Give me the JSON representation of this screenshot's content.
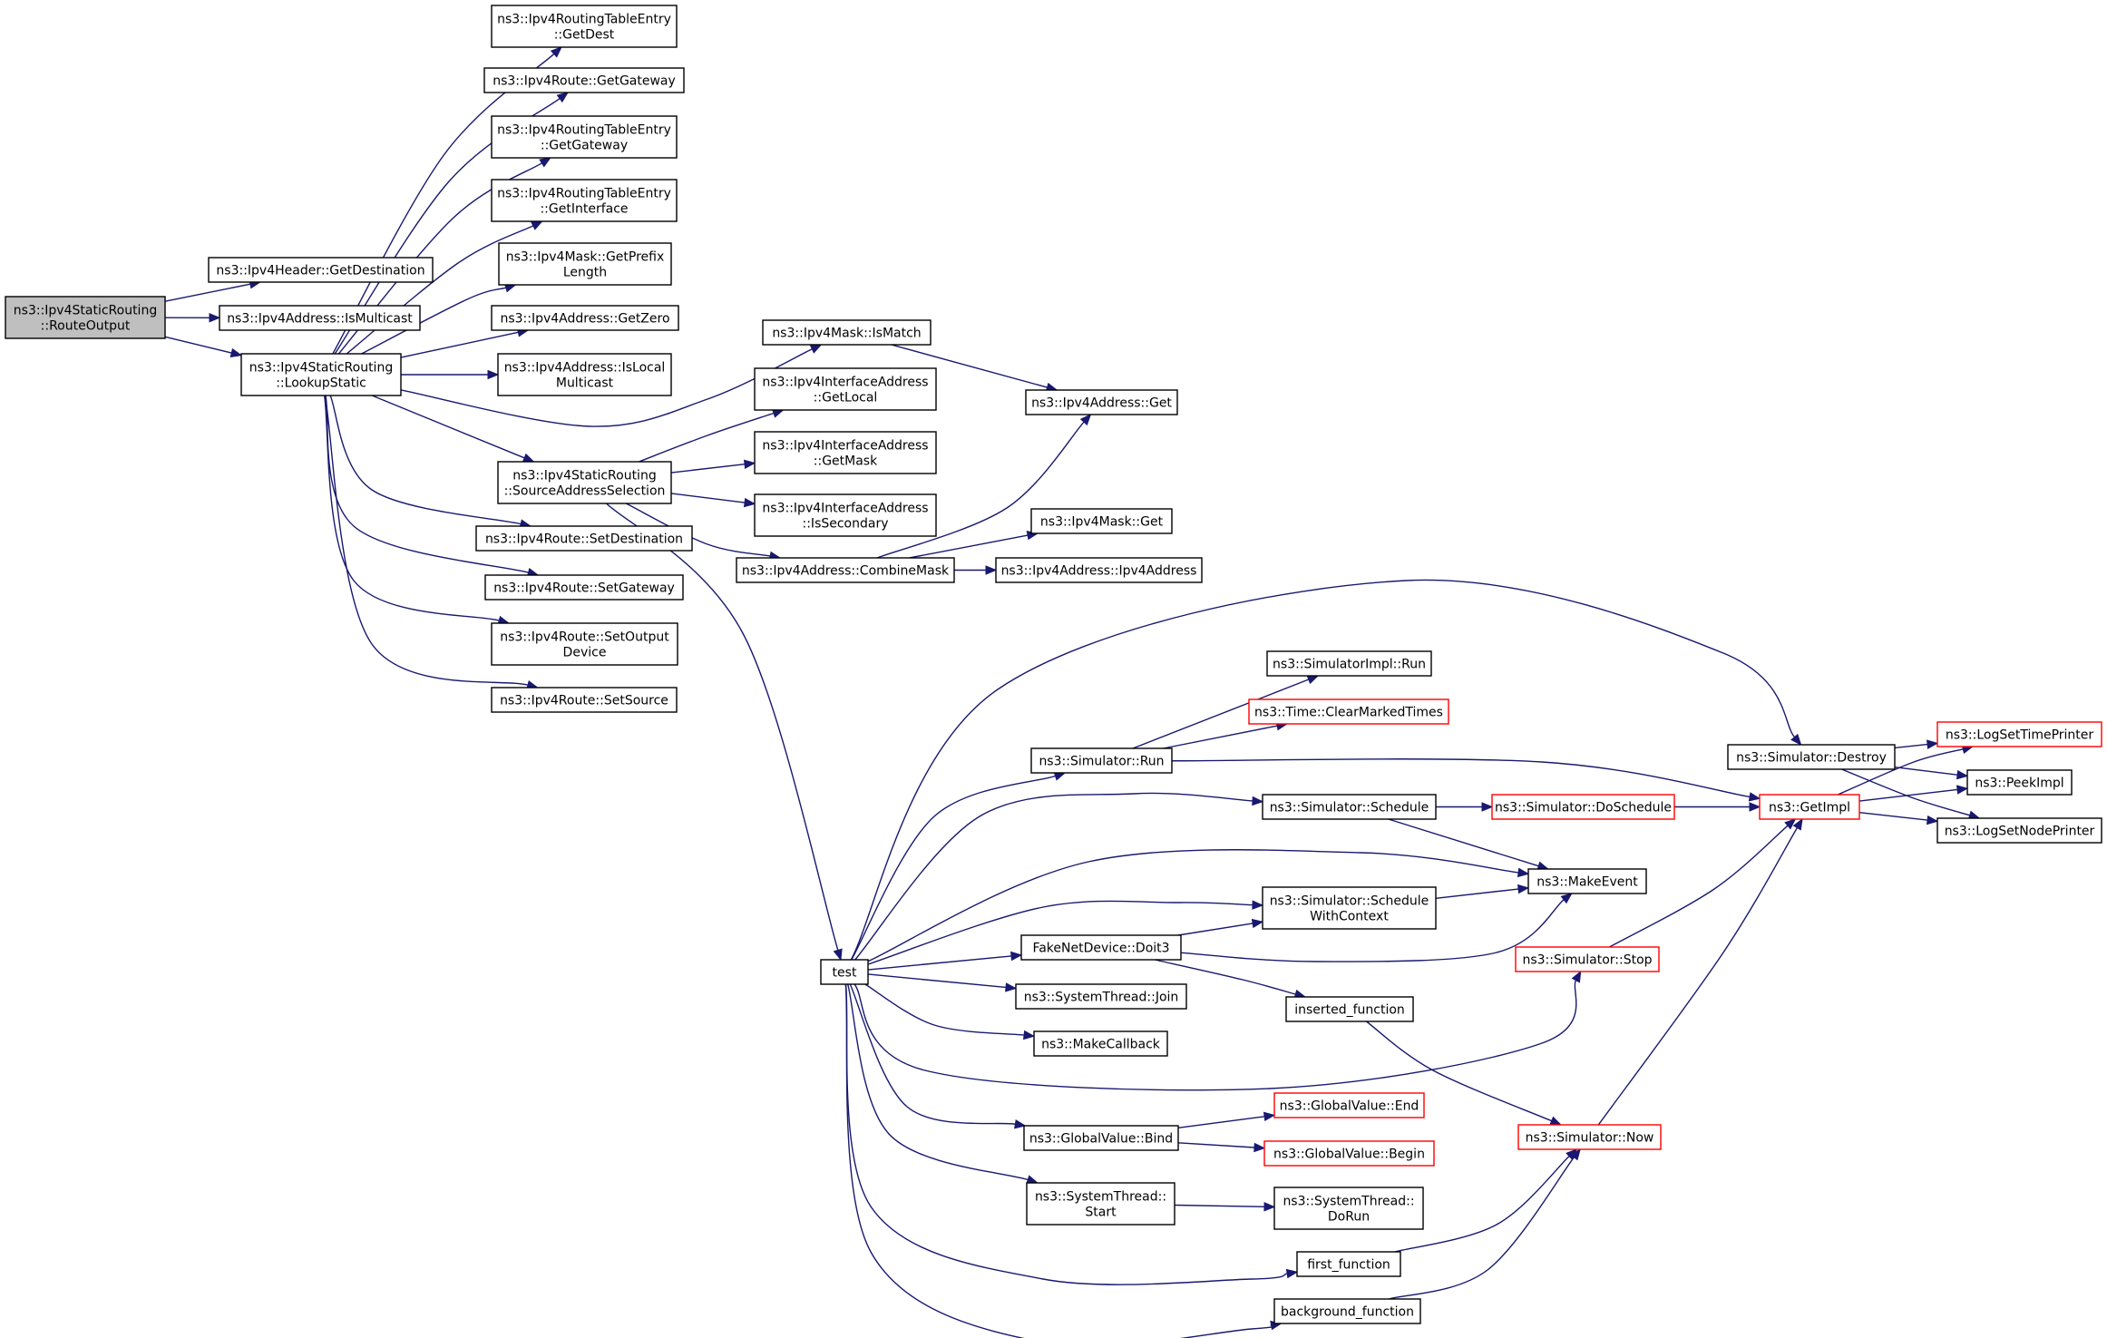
{
  "nodes": [
    {
      "id": "route_output",
      "lines": [
        "ns3::Ipv4StaticRouting",
        "::RouteOutput"
      ],
      "style": "root"
    },
    {
      "id": "get_destination",
      "lines": [
        "ns3::Ipv4Header::GetDestination"
      ],
      "style": "normal"
    },
    {
      "id": "is_multicast",
      "lines": [
        "ns3::Ipv4Address::IsMulticast"
      ],
      "style": "normal"
    },
    {
      "id": "lookup_static",
      "lines": [
        "ns3::Ipv4StaticRouting",
        "::LookupStatic"
      ],
      "style": "normal"
    },
    {
      "id": "rte_get_dest",
      "lines": [
        "ns3::Ipv4RoutingTableEntry",
        "::GetDest"
      ],
      "style": "normal"
    },
    {
      "id": "route_get_gateway",
      "lines": [
        "ns3::Ipv4Route::GetGateway"
      ],
      "style": "normal"
    },
    {
      "id": "rte_get_gateway",
      "lines": [
        "ns3::Ipv4RoutingTableEntry",
        "::GetGateway"
      ],
      "style": "normal"
    },
    {
      "id": "rte_get_interface",
      "lines": [
        "ns3::Ipv4RoutingTableEntry",
        "::GetInterface"
      ],
      "style": "normal"
    },
    {
      "id": "mask_get_prefix_length",
      "lines": [
        "ns3::Ipv4Mask::GetPrefix",
        "Length"
      ],
      "style": "normal"
    },
    {
      "id": "addr_get_zero",
      "lines": [
        "ns3::Ipv4Address::GetZero"
      ],
      "style": "normal"
    },
    {
      "id": "addr_is_local_multicast",
      "lines": [
        "ns3::Ipv4Address::IsLocal",
        "Multicast"
      ],
      "style": "normal"
    },
    {
      "id": "source_address_selection",
      "lines": [
        "ns3::Ipv4StaticRouting",
        "::SourceAddressSelection"
      ],
      "style": "normal"
    },
    {
      "id": "route_set_destination",
      "lines": [
        "ns3::Ipv4Route::SetDestination"
      ],
      "style": "normal"
    },
    {
      "id": "route_set_gateway",
      "lines": [
        "ns3::Ipv4Route::SetGateway"
      ],
      "style": "normal"
    },
    {
      "id": "route_set_output_device",
      "lines": [
        "ns3::Ipv4Route::SetOutput",
        "Device"
      ],
      "style": "normal"
    },
    {
      "id": "route_set_source",
      "lines": [
        "ns3::Ipv4Route::SetSource"
      ],
      "style": "normal"
    },
    {
      "id": "mask_is_match",
      "lines": [
        "ns3::Ipv4Mask::IsMatch"
      ],
      "style": "normal"
    },
    {
      "id": "ifaddr_get_local",
      "lines": [
        "ns3::Ipv4InterfaceAddress",
        "::GetLocal"
      ],
      "style": "normal"
    },
    {
      "id": "ifaddr_get_mask",
      "lines": [
        "ns3::Ipv4InterfaceAddress",
        "::GetMask"
      ],
      "style": "normal"
    },
    {
      "id": "ifaddr_is_secondary",
      "lines": [
        "ns3::Ipv4InterfaceAddress",
        "::IsSecondary"
      ],
      "style": "normal"
    },
    {
      "id": "addr_combine_mask",
      "lines": [
        "ns3::Ipv4Address::CombineMask"
      ],
      "style": "normal"
    },
    {
      "id": "addr_get",
      "lines": [
        "ns3::Ipv4Address::Get"
      ],
      "style": "normal"
    },
    {
      "id": "mask_get",
      "lines": [
        "ns3::Ipv4Mask::Get"
      ],
      "style": "normal"
    },
    {
      "id": "addr_ctor",
      "lines": [
        "ns3::Ipv4Address::Ipv4Address"
      ],
      "style": "normal"
    },
    {
      "id": "test",
      "lines": [
        "test"
      ],
      "style": "normal"
    },
    {
      "id": "simimpl_run",
      "lines": [
        "ns3::SimulatorImpl::Run"
      ],
      "style": "normal"
    },
    {
      "id": "time_clear_marked",
      "lines": [
        "ns3::Time::ClearMarkedTimes"
      ],
      "style": "red"
    },
    {
      "id": "sim_run",
      "lines": [
        "ns3::Simulator::Run"
      ],
      "style": "normal"
    },
    {
      "id": "sim_schedule",
      "lines": [
        "ns3::Simulator::Schedule"
      ],
      "style": "normal"
    },
    {
      "id": "sim_do_schedule",
      "lines": [
        "ns3::Simulator::DoSchedule"
      ],
      "style": "red"
    },
    {
      "id": "sim_destroy",
      "lines": [
        "ns3::Simulator::Destroy"
      ],
      "style": "normal"
    },
    {
      "id": "get_impl",
      "lines": [
        "ns3::GetImpl"
      ],
      "style": "red"
    },
    {
      "id": "log_set_time_printer",
      "lines": [
        "ns3::LogSetTimePrinter"
      ],
      "style": "red"
    },
    {
      "id": "peek_impl",
      "lines": [
        "ns3::PeekImpl"
      ],
      "style": "normal"
    },
    {
      "id": "log_set_node_printer",
      "lines": [
        "ns3::LogSetNodePrinter"
      ],
      "style": "normal"
    },
    {
      "id": "make_event",
      "lines": [
        "ns3::MakeEvent"
      ],
      "style": "normal"
    },
    {
      "id": "sim_schedule_with_context",
      "lines": [
        "ns3::Simulator::Schedule",
        "WithContext"
      ],
      "style": "normal"
    },
    {
      "id": "fake_doit3",
      "lines": [
        "FakeNetDevice::Doit3"
      ],
      "style": "normal"
    },
    {
      "id": "sim_stop",
      "lines": [
        "ns3::Simulator::Stop"
      ],
      "style": "red"
    },
    {
      "id": "systhread_join",
      "lines": [
        "ns3::SystemThread::Join"
      ],
      "style": "normal"
    },
    {
      "id": "inserted_function",
      "lines": [
        "inserted_function"
      ],
      "style": "normal"
    },
    {
      "id": "make_callback",
      "lines": [
        "ns3::MakeCallback"
      ],
      "style": "normal"
    },
    {
      "id": "gv_end",
      "lines": [
        "ns3::GlobalValue::End"
      ],
      "style": "red"
    },
    {
      "id": "gv_bind",
      "lines": [
        "ns3::GlobalValue::Bind"
      ],
      "style": "normal"
    },
    {
      "id": "gv_begin",
      "lines": [
        "ns3::GlobalValue::Begin"
      ],
      "style": "red"
    },
    {
      "id": "sim_now",
      "lines": [
        "ns3::Simulator::Now"
      ],
      "style": "red"
    },
    {
      "id": "systhread_start",
      "lines": [
        "ns3::SystemThread::",
        "Start"
      ],
      "style": "normal"
    },
    {
      "id": "systhread_dorun",
      "lines": [
        "ns3::SystemThread::",
        "DoRun"
      ],
      "style": "normal"
    },
    {
      "id": "first_function",
      "lines": [
        "first_function"
      ],
      "style": "normal"
    },
    {
      "id": "background_function",
      "lines": [
        "background_function"
      ],
      "style": "normal"
    }
  ],
  "edges": [
    [
      "route_output",
      "get_destination"
    ],
    [
      "route_output",
      "is_multicast"
    ],
    [
      "route_output",
      "lookup_static"
    ],
    [
      "lookup_static",
      "rte_get_dest"
    ],
    [
      "lookup_static",
      "route_get_gateway"
    ],
    [
      "lookup_static",
      "rte_get_gateway"
    ],
    [
      "lookup_static",
      "rte_get_interface"
    ],
    [
      "lookup_static",
      "mask_get_prefix_length"
    ],
    [
      "lookup_static",
      "addr_get_zero"
    ],
    [
      "lookup_static",
      "addr_is_local_multicast"
    ],
    [
      "lookup_static",
      "mask_is_match"
    ],
    [
      "lookup_static",
      "source_address_selection"
    ],
    [
      "lookup_static",
      "route_set_destination"
    ],
    [
      "lookup_static",
      "route_set_gateway"
    ],
    [
      "lookup_static",
      "route_set_output_device"
    ],
    [
      "lookup_static",
      "route_set_source"
    ],
    [
      "source_address_selection",
      "ifaddr_get_local"
    ],
    [
      "source_address_selection",
      "ifaddr_get_mask"
    ],
    [
      "source_address_selection",
      "ifaddr_is_secondary"
    ],
    [
      "source_address_selection",
      "addr_combine_mask"
    ],
    [
      "source_address_selection",
      "test"
    ],
    [
      "mask_is_match",
      "addr_get"
    ],
    [
      "addr_combine_mask",
      "addr_get"
    ],
    [
      "addr_combine_mask",
      "mask_get"
    ],
    [
      "addr_combine_mask",
      "addr_ctor"
    ],
    [
      "test",
      "sim_destroy"
    ],
    [
      "test",
      "sim_run"
    ],
    [
      "test",
      "sim_schedule"
    ],
    [
      "test",
      "make_event"
    ],
    [
      "test",
      "sim_schedule_with_context"
    ],
    [
      "test",
      "fake_doit3"
    ],
    [
      "test",
      "systhread_join"
    ],
    [
      "test",
      "make_callback"
    ],
    [
      "test",
      "sim_stop"
    ],
    [
      "test",
      "gv_bind"
    ],
    [
      "test",
      "systhread_start"
    ],
    [
      "test",
      "first_function"
    ],
    [
      "test",
      "background_function"
    ],
    [
      "sim_run",
      "simimpl_run"
    ],
    [
      "sim_run",
      "time_clear_marked"
    ],
    [
      "sim_run",
      "get_impl"
    ],
    [
      "sim_schedule",
      "sim_do_schedule"
    ],
    [
      "sim_schedule",
      "make_event"
    ],
    [
      "sim_do_schedule",
      "get_impl"
    ],
    [
      "sim_destroy",
      "log_set_time_printer"
    ],
    [
      "sim_destroy",
      "peek_impl"
    ],
    [
      "sim_destroy",
      "log_set_node_printer"
    ],
    [
      "get_impl",
      "log_set_time_printer"
    ],
    [
      "get_impl",
      "peek_impl"
    ],
    [
      "get_impl",
      "log_set_node_printer"
    ],
    [
      "sim_schedule_with_context",
      "make_event"
    ],
    [
      "fake_doit3",
      "sim_schedule_with_context"
    ],
    [
      "fake_doit3",
      "make_event"
    ],
    [
      "fake_doit3",
      "inserted_function"
    ],
    [
      "inserted_function",
      "sim_now"
    ],
    [
      "sim_stop",
      "get_impl"
    ],
    [
      "sim_now",
      "get_impl"
    ],
    [
      "gv_bind",
      "gv_end"
    ],
    [
      "gv_bind",
      "gv_begin"
    ],
    [
      "systhread_start",
      "systhread_dorun"
    ],
    [
      "first_function",
      "sim_now"
    ],
    [
      "background_function",
      "sim_now"
    ]
  ],
  "colors": {
    "edge": "#191970",
    "node_border": "#000000",
    "node_border_highlight": "#ff0000",
    "root_fill": "#bfbfbf",
    "node_fill": "#ffffff"
  }
}
